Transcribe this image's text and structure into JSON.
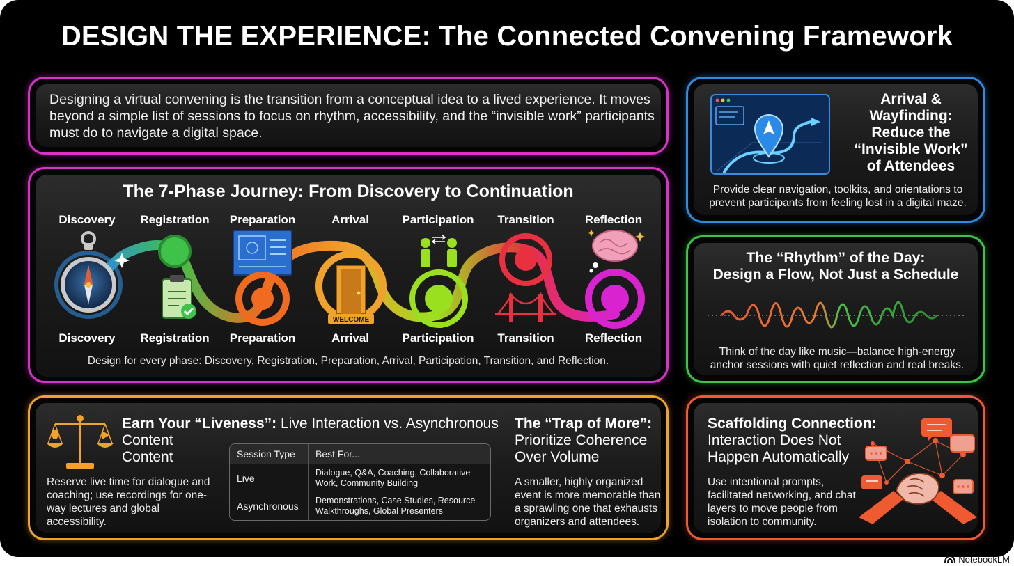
{
  "title": "DESIGN THE EXPERIENCE: The Connected Convening Framework",
  "intro": "Designing a virtual convening is the transition from a conceptual idea to a lived experience. It moves beyond a simple list of sessions to focus on rhythm, accessibility, and the “invisible work” participants must do to navigate a digital space.",
  "journey": {
    "title": "The 7-Phase Journey: From Discovery to Continuation",
    "phases": [
      "Discovery",
      "Registration",
      "Preparation",
      "Arrival",
      "Participation",
      "Transition",
      "Reflection"
    ],
    "welcome_sign": "WELCOME",
    "caption": "Design for every phase: Discovery, Registration, Preparation, Arrival, Participation, Transition, and Reflection."
  },
  "arrival": {
    "title_lines": [
      "Arrival &",
      "Wayfinding:",
      "Reduce the",
      "“Invisible Work”",
      "of Attendees"
    ],
    "body": "Provide clear navigation, toolkits, and orientations to prevent participants from feeling lost in a digital maze."
  },
  "rhythm": {
    "title_lines": [
      "The “Rhythm” of the Day:",
      "Design a Flow, Not Just a Schedule"
    ],
    "body": "Think of the day like music—balance high-energy anchor sessions with quiet reflection and real breaks."
  },
  "liveness": {
    "title_bold": "Earn Your “Liveness”:",
    "title_rest": "Live Interaction vs. Asynchronous",
    "title_line2": "Content",
    "title_line3": "Content",
    "body": "Reserve live time for dialogue and coaching; use recordings for one-way lectures and global accessibility.",
    "table": {
      "headers": [
        "Session Type",
        "Best For..."
      ],
      "rows": [
        {
          "type": "Live",
          "best": "Dialogue, Q&A, Coaching, Collaborative Work, Community Building"
        },
        {
          "type": "Asynchronous",
          "best": "Demonstrations, Case Studies, Resource Walkthroughs, Global Presenters"
        }
      ]
    }
  },
  "trap": {
    "title_bold": "The “Trap of More”:",
    "title_line2": "Prioritize Coherence",
    "title_line3": "Over Volume",
    "body": "A smaller, highly organized event is more memorable than a sprawling one that exhausts organizers and attendees."
  },
  "scaffolding": {
    "title_bold": "Scaffolding Connection:",
    "title_line2": "Interaction Does Not",
    "title_line3": "Happen Automatically",
    "body": "Use intentional prompts, facilitated networking, and chat layers to move people from isolation to community."
  },
  "brand": "NotebookLM",
  "colors": {
    "pink": "#d932c8",
    "blue": "#2f8be0",
    "green": "#3fc24a",
    "orange": "#f0a22c",
    "red": "#f05a30"
  }
}
